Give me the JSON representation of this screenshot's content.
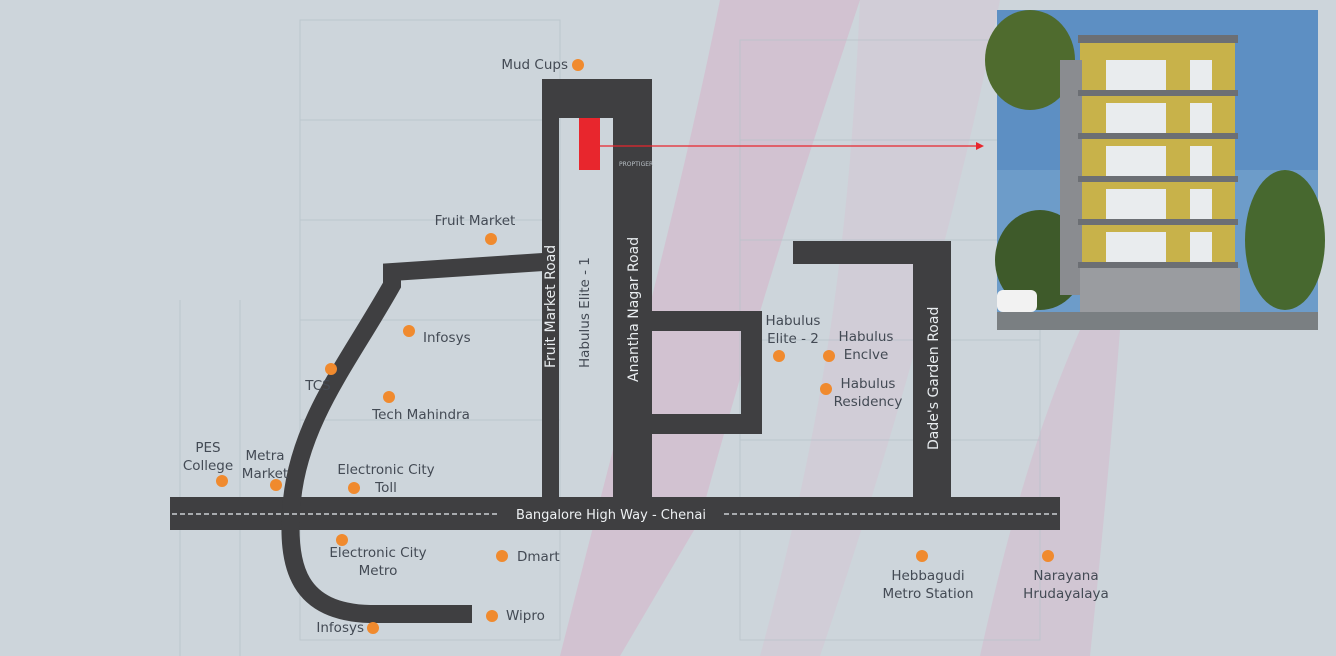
{
  "colors": {
    "background": "#cdd5db",
    "road": "#3f3f41",
    "poi_dot": "#f08a2e",
    "project_marker": "#e8262d",
    "accent_swoosh": "#d9a9c4"
  },
  "watermark": "PROPTIGER",
  "roads": {
    "highway": "Bangalore High Way - Chenai",
    "fruit_market_road": "Fruit Market Road",
    "anantha_nagar_road": "Anantha Nagar Road",
    "dades_garden_road": "Dade's Garden Road"
  },
  "project": {
    "name": "Habulus Elite - 1",
    "marker_icon": "project-location-marker",
    "photo": "building-rendering"
  },
  "pois": [
    {
      "id": "mud-cups",
      "lines": [
        "Mud Cups"
      ]
    },
    {
      "id": "fruit-market",
      "lines": [
        "Fruit Market"
      ]
    },
    {
      "id": "infosys-1",
      "lines": [
        "Infosys"
      ]
    },
    {
      "id": "tcs",
      "lines": [
        "TCS"
      ]
    },
    {
      "id": "tech-mahindra",
      "lines": [
        "Tech Mahindra"
      ]
    },
    {
      "id": "pes-college",
      "lines": [
        "PES",
        "College"
      ]
    },
    {
      "id": "metra-market",
      "lines": [
        "Metra",
        "Market"
      ]
    },
    {
      "id": "electronic-city-toll",
      "lines": [
        "Electronic City",
        "Toll"
      ]
    },
    {
      "id": "electronic-city-metro",
      "lines": [
        "Electronic City",
        "Metro"
      ]
    },
    {
      "id": "dmart",
      "lines": [
        "Dmart"
      ]
    },
    {
      "id": "wipro",
      "lines": [
        "Wipro"
      ]
    },
    {
      "id": "infosys-2",
      "lines": [
        "Infosys"
      ]
    },
    {
      "id": "habulus-elite-2",
      "lines": [
        "Habulus",
        "Elite - 2"
      ]
    },
    {
      "id": "habulus-enclve",
      "lines": [
        "Habulus",
        "Enclve"
      ]
    },
    {
      "id": "habulus-residency",
      "lines": [
        "Habulus",
        "Residency"
      ]
    },
    {
      "id": "hebbagudi-metro",
      "lines": [
        "Hebbagudi",
        "Metro Station"
      ]
    },
    {
      "id": "narayana-hrudayalaya",
      "lines": [
        "Narayana",
        "Hrudayalaya"
      ]
    }
  ]
}
